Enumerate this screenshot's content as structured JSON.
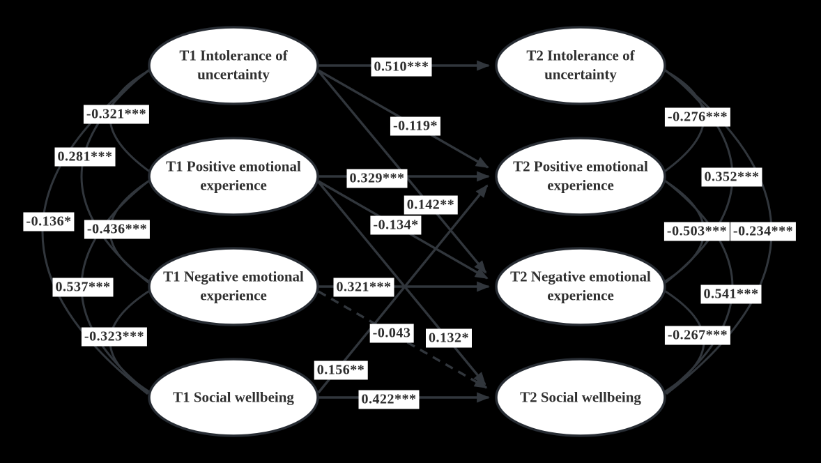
{
  "figure": {
    "type": "structural-equation-model-path-diagram",
    "background": "#000000",
    "node_fill": "#ffffff",
    "node_stroke": "#272c33",
    "edge_color": "#31363c",
    "label_bg": "#ffffff",
    "label_text_color": "#2d2d2d",
    "node_text_color": "#303030"
  },
  "nodes": [
    {
      "id": "t1_iu",
      "label": "T1 Intolerance of uncertainty"
    },
    {
      "id": "t1_pe",
      "label": "T1 Positive emotional experience"
    },
    {
      "id": "t1_ne",
      "label": "T1 Negative emotional experience"
    },
    {
      "id": "t1_sw",
      "label": "T1 Social wellbeing"
    },
    {
      "id": "t2_iu",
      "label": "T2 Intolerance of uncertainty"
    },
    {
      "id": "t2_pe",
      "label": "T2 Positive emotional experience"
    },
    {
      "id": "t2_ne",
      "label": "T2 Negative emotional experience"
    },
    {
      "id": "t2_sw",
      "label": "T2 Social wellbeing"
    }
  ],
  "paths": [
    {
      "from": "t1_iu",
      "to": "t2_iu",
      "coefficient": "0.510***",
      "style": "solid"
    },
    {
      "from": "t1_iu",
      "to": "t2_pe",
      "coefficient": "-0.119*",
      "style": "solid"
    },
    {
      "from": "t1_iu",
      "to": "t2_ne",
      "coefficient": "0.142**",
      "style": "solid"
    },
    {
      "from": "t1_pe",
      "to": "t2_pe",
      "coefficient": "0.329***",
      "style": "solid"
    },
    {
      "from": "t1_pe",
      "to": "t2_ne",
      "coefficient": "-0.134*",
      "style": "solid"
    },
    {
      "from": "t1_pe",
      "to": "t2_sw",
      "coefficient": "0.132*",
      "style": "solid"
    },
    {
      "from": "t1_ne",
      "to": "t2_ne",
      "coefficient": "0.321***",
      "style": "solid"
    },
    {
      "from": "t1_ne",
      "to": "t2_sw",
      "coefficient": "-0.043",
      "style": "dashed"
    },
    {
      "from": "t1_sw",
      "to": "t2_pe",
      "coefficient": "0.156**",
      "style": "solid"
    },
    {
      "from": "t1_sw",
      "to": "t2_sw",
      "coefficient": "0.422***",
      "style": "solid"
    }
  ],
  "covariances": [
    {
      "between": [
        "t1_iu",
        "t1_pe"
      ],
      "coefficient": "-0.321***"
    },
    {
      "between": [
        "t1_iu",
        "t1_ne"
      ],
      "coefficient": "0.281***"
    },
    {
      "between": [
        "t1_iu",
        "t1_sw"
      ],
      "coefficient": "-0.136*"
    },
    {
      "between": [
        "t1_pe",
        "t1_ne"
      ],
      "coefficient": "-0.436***"
    },
    {
      "between": [
        "t1_pe",
        "t1_sw"
      ],
      "coefficient": "0.537***"
    },
    {
      "between": [
        "t1_ne",
        "t1_sw"
      ],
      "coefficient": "-0.323***"
    },
    {
      "between": [
        "t2_iu",
        "t2_pe"
      ],
      "coefficient": "-0.276***"
    },
    {
      "between": [
        "t2_iu",
        "t2_ne"
      ],
      "coefficient": "0.352***"
    },
    {
      "between": [
        "t2_iu",
        "t2_sw"
      ],
      "coefficient": "-0.234***"
    },
    {
      "between": [
        "t2_pe",
        "t2_ne"
      ],
      "coefficient": "-0.503***"
    },
    {
      "between": [
        "t2_pe",
        "t2_sw"
      ],
      "coefficient": "0.541***"
    },
    {
      "between": [
        "t2_ne",
        "t2_sw"
      ],
      "coefficient": "-0.267***"
    }
  ]
}
